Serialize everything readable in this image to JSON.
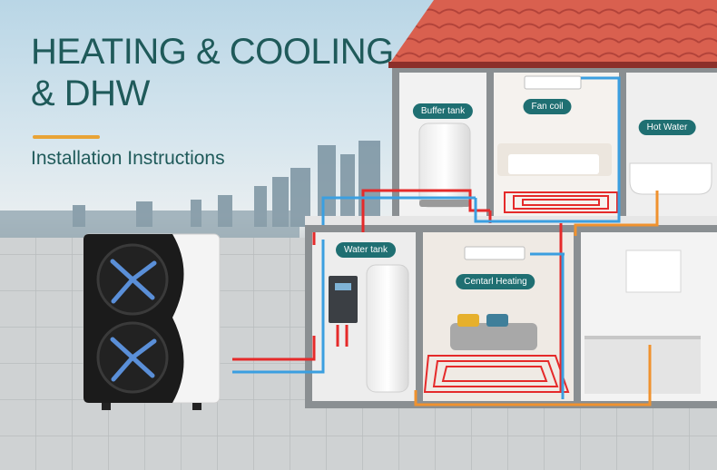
{
  "headline": {
    "line1": "HEATING & COOLING",
    "line2": "& DHW"
  },
  "subtitle": "Installation Instructions",
  "labels": {
    "buffer_tank": "Buffer tank",
    "fan_coil": "Fan coil",
    "hot_water": "Hot Water",
    "water_tank": "Water tank",
    "central_heating": "Centarl Heating"
  },
  "colors": {
    "title": "#1f5a5a",
    "accent": "#e9a336",
    "label_bg": "#1f6f72",
    "pipe_hot": "#e52a2a",
    "pipe_cold": "#3b9fe0",
    "pipe_dhw": "#f0922e",
    "roof": "#d65a4a"
  }
}
